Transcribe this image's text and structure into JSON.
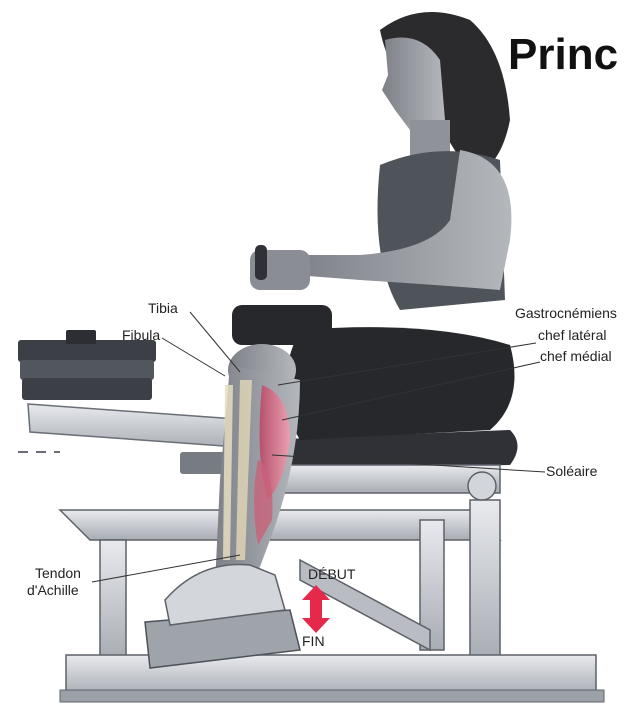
{
  "title": "Princ",
  "labels": {
    "tibia": "Tibia",
    "fibula": "Fibula",
    "gastrocnemien": "Gastrocnémiens",
    "chef_lateral": "chef latéral",
    "chef_medial": "chef médial",
    "soleaire": "Soléaire",
    "tendon_line1": "Tendon",
    "tendon_line2": "d'Achille",
    "debut": "DÉBUT",
    "fin": "FIN"
  },
  "colors": {
    "arrow": "#e5294a",
    "muscle": "#d86a82",
    "machine": "#c9ccd2",
    "machine_dark": "#4d5159",
    "skin": "#9a9da3",
    "hair": "#2b2b2e"
  }
}
